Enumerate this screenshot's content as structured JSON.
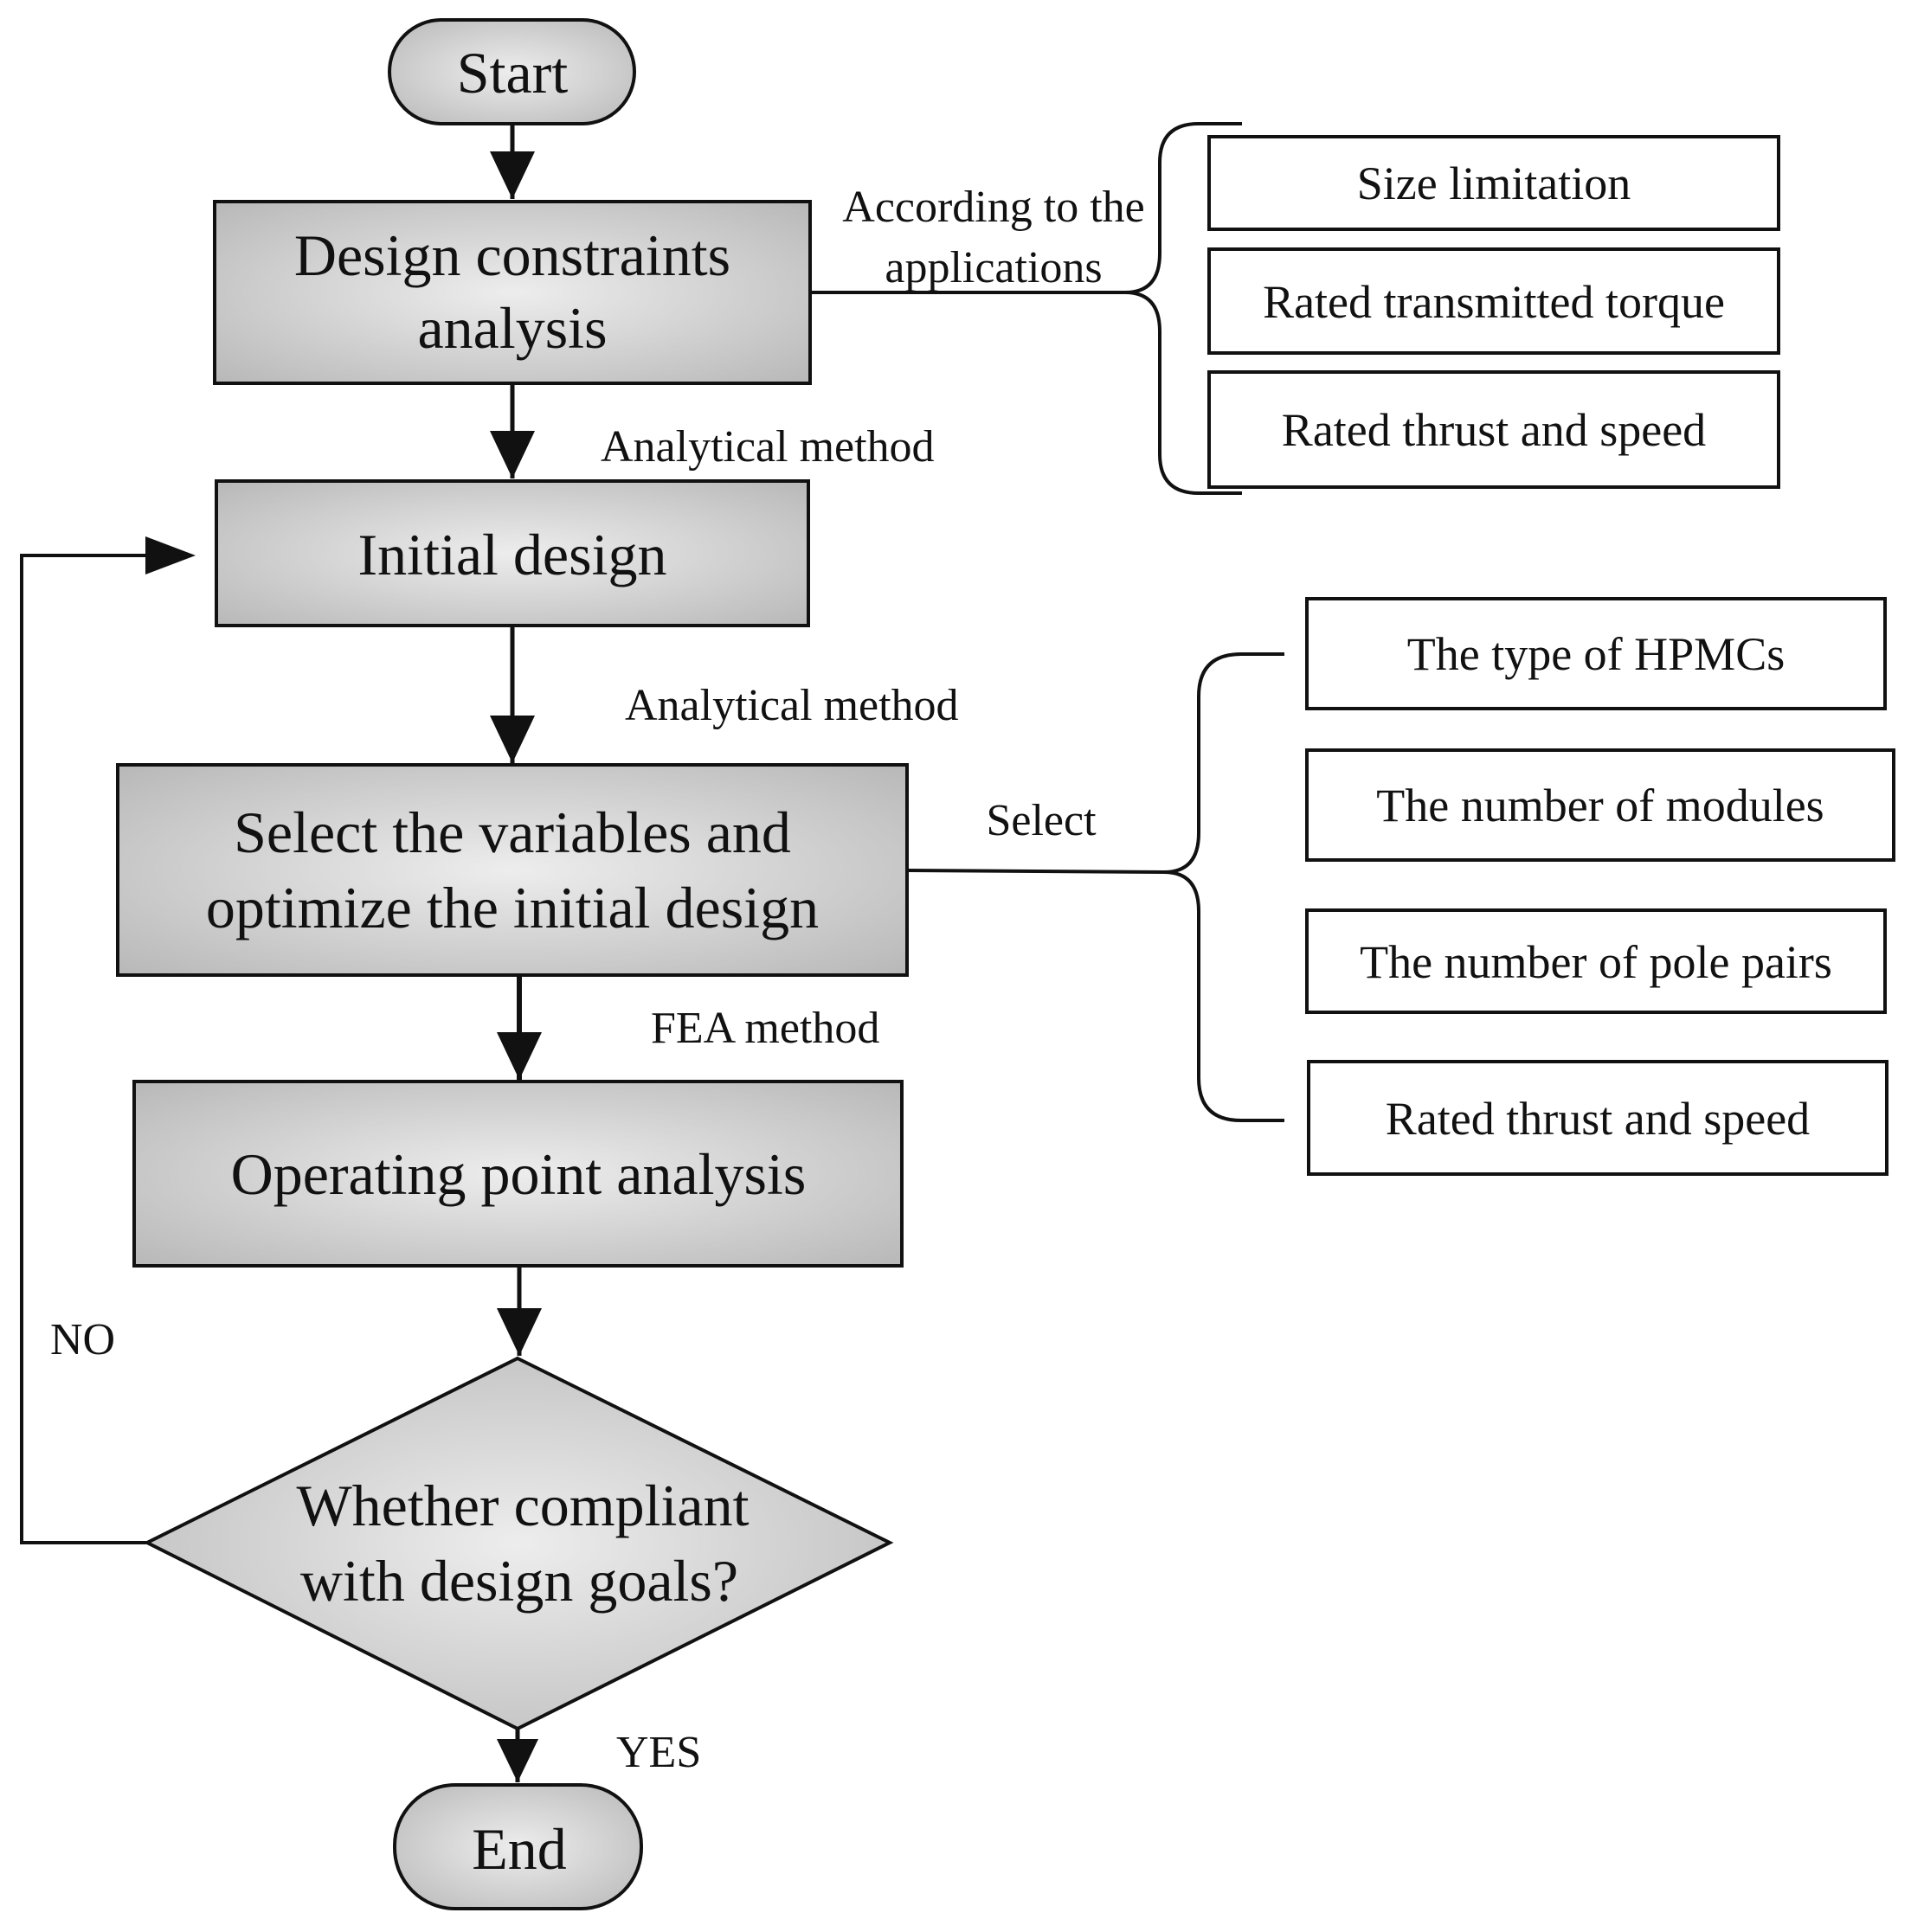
{
  "nodes": {
    "start": "Start",
    "design_constraints": [
      "Design constraints",
      "analysis"
    ],
    "initial_design": "Initial design",
    "select_optimize": [
      "Select the variables and",
      "optimize the initial design"
    ],
    "operating_point": "Operating point analysis",
    "decision": [
      "Whether compliant",
      "with design goals?"
    ],
    "end": "End"
  },
  "edge_labels": {
    "according_line1": "According to the",
    "according_line2": "applications",
    "analytical_1": "Analytical method",
    "analytical_2": "Analytical method",
    "select": "Select",
    "fea": "FEA method",
    "no": "NO",
    "yes": "YES"
  },
  "constraints_group": [
    "Size limitation",
    "Rated transmitted torque",
    "Rated thrust and speed"
  ],
  "variables_group": [
    "The type of HPMCs",
    "The number of modules",
    "The number of pole pairs",
    "Rated thrust and speed"
  ],
  "colors": {
    "stroke": "#111111",
    "box_fill_center": "#ececec",
    "box_fill_edge": "#b9b9b9",
    "background": "#ffffff"
  }
}
